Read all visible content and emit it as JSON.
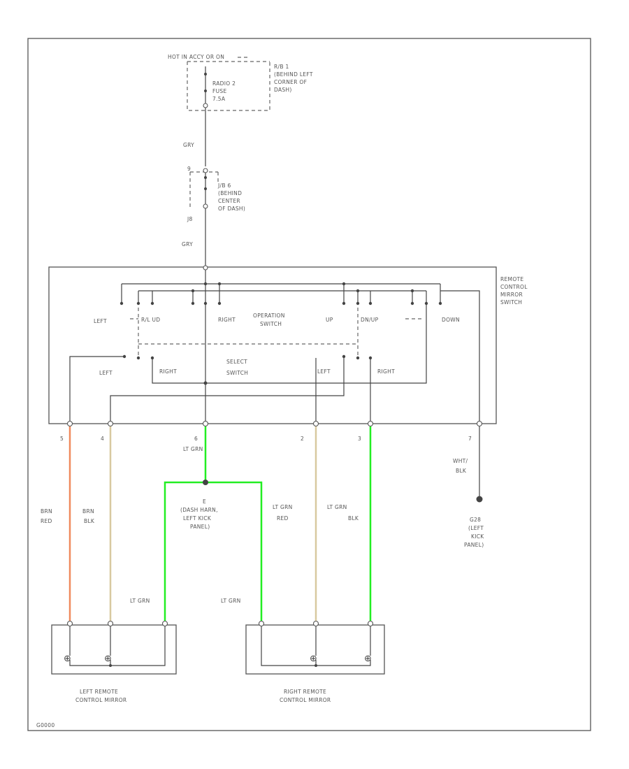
{
  "colors": {
    "orange": "#f08a5d",
    "tan": "#d8c9a0",
    "green": "#22ee22",
    "black": "#444444"
  },
  "hot_label": "HOT IN ACCY OR ON",
  "fuse": {
    "lines": [
      "RADIO 2",
      "FUSE",
      "7.5A"
    ],
    "location": [
      "R/B 1",
      "(BEHIND LEFT",
      "CORNER OF",
      "DASH)"
    ]
  },
  "wires": {
    "gry1": "GRY",
    "gry2": "GRY",
    "j8": "J8",
    "ltgrn": "LT GRN",
    "whtblk": [
      "WHT/",
      "BLK"
    ]
  },
  "jb": {
    "top_pin": "9",
    "lines": [
      "J/B 6",
      "(BEHIND",
      "CENTER",
      "OF DASH)"
    ]
  },
  "switch_title": [
    "REMOTE",
    "CONTROL",
    "MIRROR",
    "SWITCH"
  ],
  "switch_labels": {
    "left": "LEFT",
    "rl_ud": "R/L UD",
    "right": "RIGHT",
    "op": [
      "OPERATION",
      "SWITCH"
    ],
    "up": "UP",
    "down_up": "DN/UP",
    "down": "DOWN",
    "sel_left": "LEFT",
    "sel_right": "RIGHT",
    "select": [
      "SELECT",
      "SWITCH"
    ],
    "left2": "LEFT",
    "right2": "RIGHT"
  },
  "pins": [
    "5",
    "4",
    "6",
    "2",
    "3",
    "7"
  ],
  "wire_colors": [
    [
      "BRN",
      "RED"
    ],
    [
      "BRN",
      "BLK"
    ],
    [
      "LT GRN",
      "RED"
    ],
    [
      "LT GRN",
      "BLK"
    ]
  ],
  "splice": {
    "id": "E",
    "lines": [
      "(DASH HARN,",
      "LEFT KICK",
      "PANEL)"
    ]
  },
  "ground": [
    "G28",
    "(LEFT",
    "KICK",
    "PANEL)"
  ],
  "mirror_wire": [
    "LT GRN",
    "LT GRN"
  ],
  "mirrors": {
    "left": [
      "LEFT REMOTE",
      "CONTROL MIRROR"
    ],
    "right": [
      "RIGHT REMOTE",
      "CONTROL MIRROR"
    ]
  },
  "diagram_id": "G0000"
}
